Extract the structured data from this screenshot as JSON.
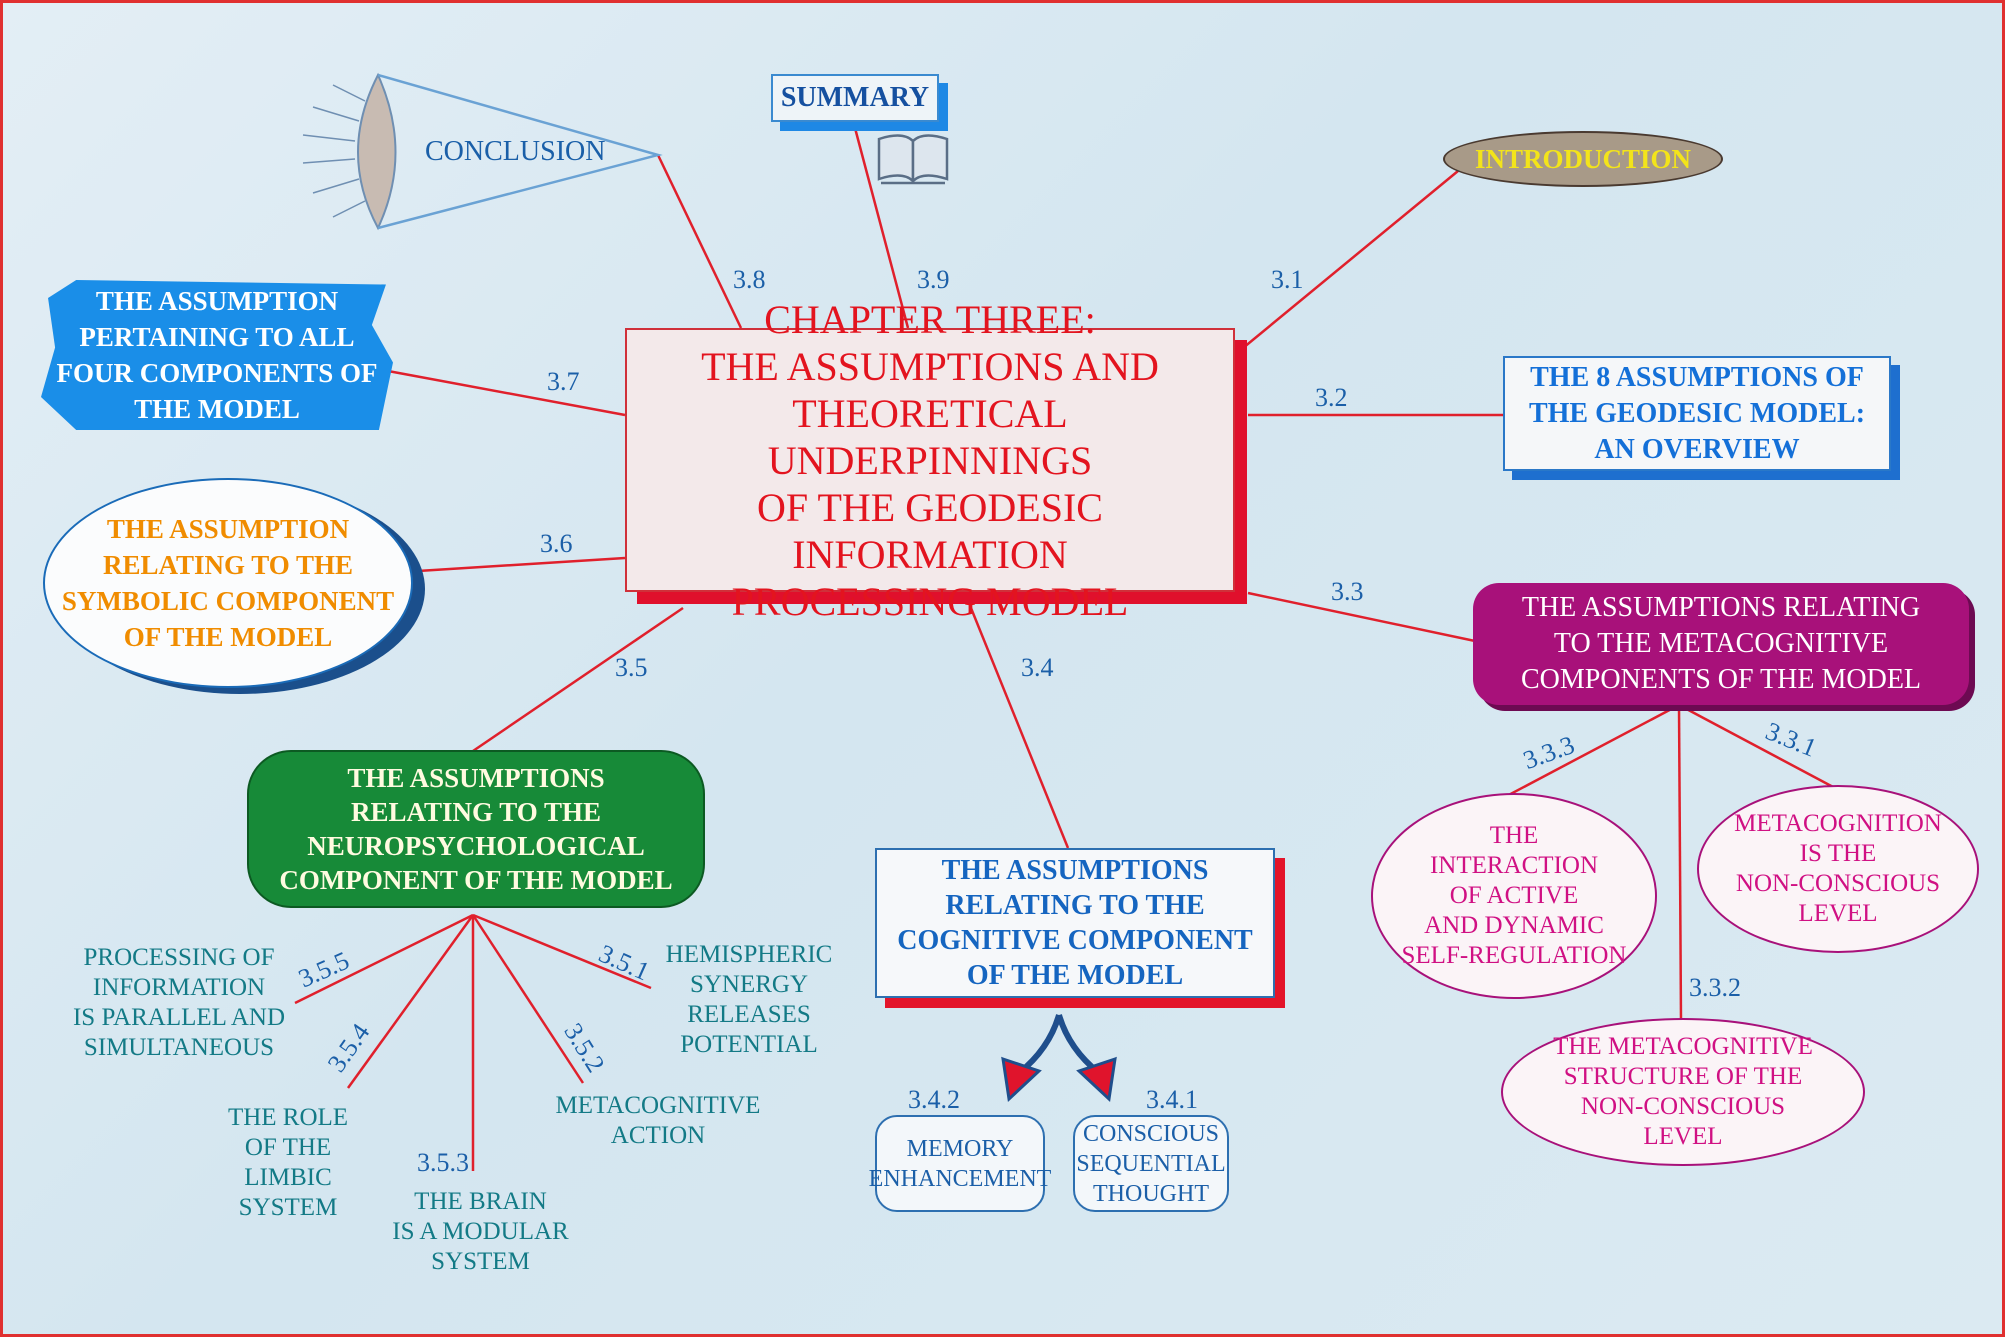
{
  "central": {
    "title": "CHAPTER THREE:\nTHE ASSUMPTIONS AND\nTHEORETICAL UNDERPINNINGS\nOF THE GEODESIC INFORMATION\nPROCESSING MODEL"
  },
  "nodes": {
    "summary": "SUMMARY",
    "introduction": "INTRODUCTION",
    "conclusion": "CONCLUSION",
    "overview": "THE 8 ASSUMPTIONS OF\nTHE GEODESIC MODEL:\nAN OVERVIEW",
    "metacognitive": "THE ASSUMPTIONS RELATING\nTO THE METACOGNITIVE\nCOMPONENTS OF THE MODEL",
    "all_four": "THE ASSUMPTION\nPERTAINING TO ALL\nFOUR COMPONENTS OF\nTHE MODEL",
    "symbolic": "THE ASSUMPTION\nRELATING TO THE\nSYMBOLIC COMPONENT\nOF THE MODEL",
    "neuro": "THE ASSUMPTIONS\nRELATING TO THE\nNEUROPSYCHOLOGICAL\nCOMPONENT OF THE MODEL",
    "cognitive": "THE ASSUMPTIONS\nRELATING TO THE\nCOGNITIVE COMPONENT\nOF THE MODEL",
    "n333": "THE\nINTERACTION\nOF ACTIVE\nAND DYNAMIC\nSELF-REGULATION",
    "n331": "METACOGNITION\nIS THE\nNON-CONSCIOUS\nLEVEL",
    "n332": "THE METACOGNITIVE\nSTRUCTURE OF THE\nNON-CONSCIOUS\nLEVEL",
    "memory": "MEMORY\nENHANCEMENT",
    "conscious": "CONSCIOUS\nSEQUENTIAL\nTHOUGHT",
    "n355": "PROCESSING OF\nINFORMATION\nIS PARALLEL AND\nSIMULTANEOUS",
    "n354": "THE ROLE\nOF THE\nLIMBIC\nSYSTEM",
    "n353": "THE BRAIN\nIS A MODULAR\nSYSTEM",
    "n352": "METACOGNITIVE\nACTION",
    "n351": "HEMISPHERIC\nSYNERGY\nRELEASES\nPOTENTIAL"
  },
  "labels": {
    "l31": "3.1",
    "l32": "3.2",
    "l33": "3.3",
    "l34": "3.4",
    "l35": "3.5",
    "l36": "3.6",
    "l37": "3.7",
    "l38": "3.8",
    "l39": "3.9",
    "l331": "3.3.1",
    "l332": "3.3.2",
    "l333": "3.3.3",
    "l341": "3.4.1",
    "l342": "3.4.2",
    "l351": "3.5.1",
    "l352": "3.5.2",
    "l353": "3.5.3",
    "l354": "3.5.4",
    "l355": "3.5.5"
  },
  "icons": [
    "book-icon",
    "lens-icon",
    "double-arrow-icon"
  ],
  "colors": {
    "link": "#e0202c",
    "central_text": "#e3141f",
    "metacognitive_box": "#a8117a",
    "neuro_box": "#178a38",
    "all_four_box": "#1a8ee8",
    "symbolic_text": "#f08c00",
    "introduction_text": "#f3e41a"
  }
}
